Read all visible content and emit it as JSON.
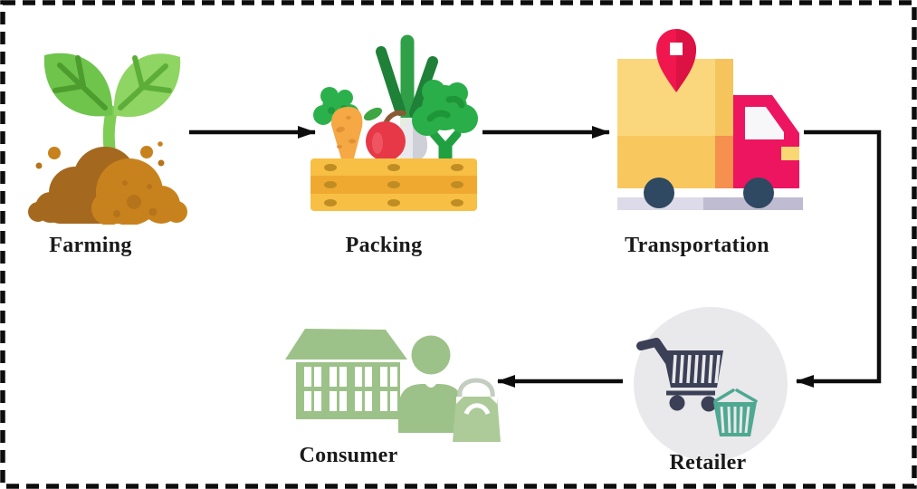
{
  "stages": [
    {
      "id": "farming",
      "label": "Farming",
      "icon": "seedling-in-soil-icon"
    },
    {
      "id": "packing",
      "label": "Packing",
      "icon": "vegetable-crate-icon"
    },
    {
      "id": "transportation",
      "label": "Transportation",
      "icon": "delivery-truck-location-pin-icon"
    },
    {
      "id": "retailer",
      "label": "Retailer",
      "icon": "shopping-cart-and-basket-icon"
    },
    {
      "id": "consumer",
      "label": "Consumer",
      "icon": "house-person-shopping-bag-icon"
    }
  ],
  "connections": [
    {
      "from": "Farming",
      "to": "Packing"
    },
    {
      "from": "Packing",
      "to": "Transportation"
    },
    {
      "from": "Transportation",
      "to": "Retailer"
    },
    {
      "from": "Retailer",
      "to": "Consumer"
    }
  ],
  "colors": {
    "border": "#0d0d0d",
    "arrow": "#0d0d0d",
    "label_text": "#1a1a1a",
    "leaf_green_dark": "#6fc44c",
    "leaf_green_light": "#8fd563",
    "soil_brown_dark": "#a4691f",
    "soil_brown_light": "#c8821d",
    "crate_yellow": "#f8bf45",
    "truck_cargo_yellow": "#fad77c",
    "truck_cab_pink": "#ee1560",
    "location_pin_red": "#f0164e",
    "wheel_slate": "#2e4961",
    "cart_navy": "#3b4057",
    "basket_teal": "#4ea892",
    "retailer_circle_gray": "#e9e8ea",
    "consumer_green": "#9dc289"
  }
}
